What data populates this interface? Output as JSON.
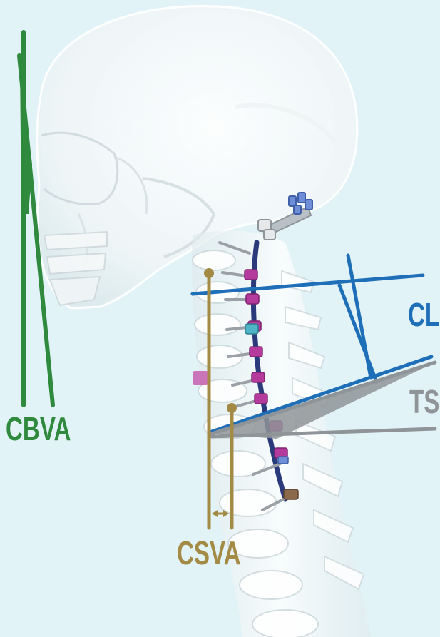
{
  "labels": {
    "cbva": "CBVA",
    "csva": "CSVA",
    "cl": "CL",
    "ts": "TS"
  },
  "colors": {
    "background": "#e2f3f7",
    "cbva": "#2f8a3e",
    "csva": "#a38a45",
    "cl": "#1f6fb8",
    "ts": "#8f9498",
    "bone": "#ffffff",
    "rod": "#2b3a7a",
    "screw_head": "#b43a9c",
    "screw_shaft": "#9aa0a6",
    "connector": "#6e8fd8"
  },
  "icons": [
    "double-arrow-icon"
  ]
}
